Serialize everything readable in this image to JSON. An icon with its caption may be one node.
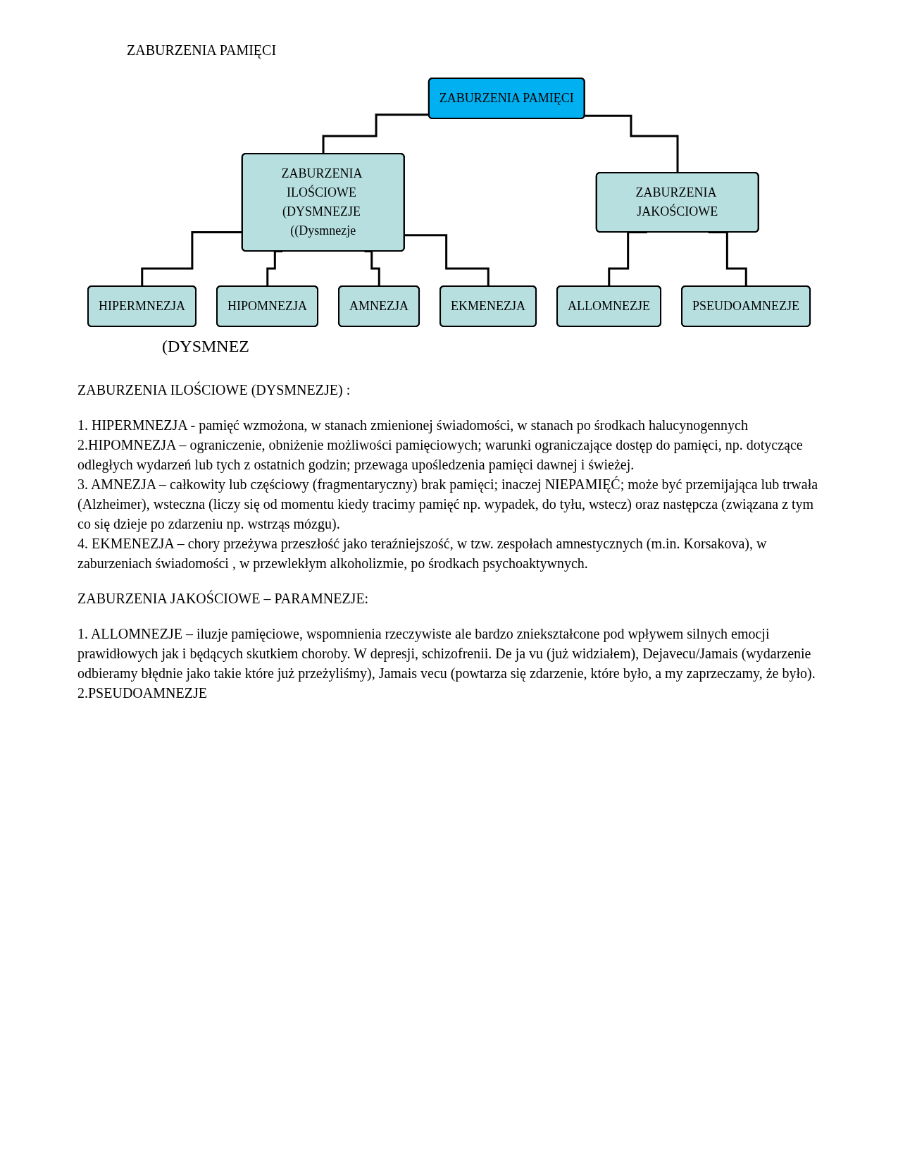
{
  "diagram": {
    "title": "ZABURZENIA PAMIĘCI",
    "nodes": [
      {
        "text": [
          "ZABURZENIA PAMIĘCI"
        ]
      },
      {
        "text": [
          "ZABURZENIA ILOŚCIOWE (DYSMNEZJE ((Dysmnezje"
        ]
      },
      {
        "text": [
          "ZABURZENIA JAKOŚCIOWE"
        ]
      },
      {
        "text": [
          "HIPERMNEZJA"
        ]
      },
      {
        "text": [
          "HIPOMNEZJA"
        ]
      },
      {
        "text": [
          "AMNEZJA"
        ]
      },
      {
        "text": [
          "EKMENEZJA"
        ]
      },
      {
        "text": [
          "ALLOMNEZJE"
        ]
      },
      {
        "text": [
          "PSEUDOAMNEZJE"
        ]
      }
    ],
    "edges": [
      {
        "from": 0,
        "to": 1,
        "arrow": "none"
      },
      {
        "from": 0,
        "to": 2,
        "arrow": "none"
      },
      {
        "from": 1,
        "to": 3,
        "arrow": "none"
      },
      {
        "from": 1,
        "to": 4,
        "arrow": "none"
      },
      {
        "from": 1,
        "to": 5,
        "arrow": "none"
      },
      {
        "from": 1,
        "to": 6,
        "arrow": "none"
      },
      {
        "from": 2,
        "to": 7,
        "arrow": "none"
      },
      {
        "from": 2,
        "to": 8,
        "arrow": "none"
      }
    ],
    "labels": [
      "(DYSMNEZ",
      "ZABURZENIA ILOŚCIOWE (DYSMNEZJE) :",
      "1. HIPERMNEZJA - pamięć wzmożona, w stanach zmienionej świadomości, w stanach po środkach halucynogennych",
      "2.HIPOMNEZJA – ograniczenie, obniżenie możliwości pamięciowych; warunki ograniczające dostęp do pamięci, np. dotyczące odległych wydarzeń lub tych z ostatnich godzin; przewaga upośledzenia pamięci dawnej i świeżej.",
      "3. AMNEZJA – całkowity lub częściowy (fragmentaryczny) brak pamięci; inaczej NIEPAMIĘĆ;  może być przemijająca lub trwała (Alzheimer), wsteczna (liczy się od momentu kiedy tracimy pamięć np. wypadek, do tyłu, wstecz) oraz następcza (związana z tym co się dzieje po zdarzeniu np. wstrząs mózgu).",
      "4. EKMENEZJA – chory przeżywa przeszłość jako teraźniejszość, w tzw. zespołach amnestycznych (m.in. Korsakova), w zaburzeniach świadomości , w przewlekłym alkoholizmie, po środkach psychoaktywnych.",
      "ZABURZENIA JAKOŚCIOWE – PARAMNEZJE:",
      "1. ALLOMNEZJE – iluzje pamięciowe, wspomnienia rzeczywiste ale bardzo zniekształcone pod wpływem silnych emocji prawidłowych jak i będących skutkiem choroby. W depresji, schizofrenii. De ja vu (już widziałem), Dejavecu/Jamais (wydarzenie odbieramy błędnie jako takie które już przeżyliśmy), Jamais vecu (powtarza się zdarzenie, które było, a my zaprzeczamy, że było).",
      "2.PSEUDOAMNEZJE"
    ]
  }
}
